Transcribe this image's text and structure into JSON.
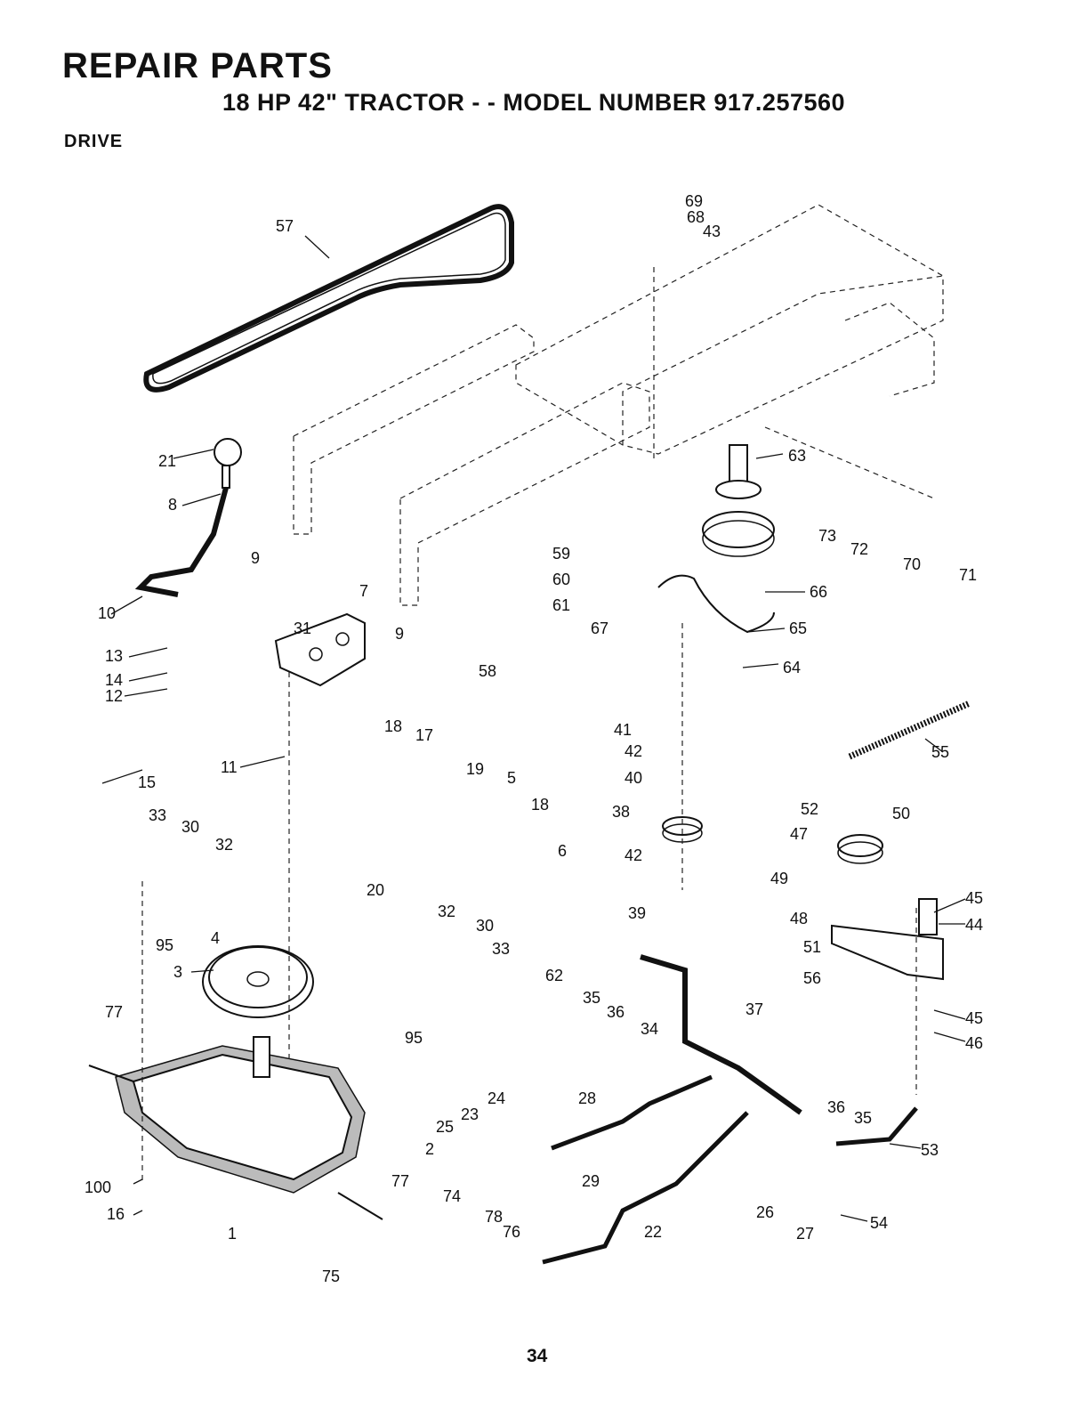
{
  "header": {
    "title": "REPAIR PARTS",
    "subtitle": "18 HP 42\" TRACTOR - - MODEL NUMBER 917.257560",
    "section": "DRIVE"
  },
  "page_number": "34",
  "callouts": [
    "1",
    "2",
    "3",
    "4",
    "5",
    "6",
    "7",
    "8",
    "9",
    "9",
    "10",
    "11",
    "12",
    "13",
    "14",
    "15",
    "16",
    "17",
    "18",
    "18",
    "19",
    "20",
    "21",
    "22",
    "23",
    "24",
    "25",
    "26",
    "27",
    "28",
    "29",
    "30",
    "30",
    "31",
    "32",
    "32",
    "33",
    "33",
    "34",
    "35",
    "35",
    "36",
    "36",
    "37",
    "38",
    "39",
    "40",
    "41",
    "42",
    "42",
    "43",
    "44",
    "45",
    "45",
    "46",
    "47",
    "48",
    "49",
    "50",
    "51",
    "52",
    "53",
    "54",
    "55",
    "56",
    "57",
    "58",
    "59",
    "60",
    "61",
    "62",
    "63",
    "64",
    "65",
    "66",
    "67",
    "68",
    "69",
    "70",
    "71",
    "72",
    "73",
    "74",
    "75",
    "76",
    "77",
    "77",
    "78",
    "95",
    "95",
    "100"
  ]
}
